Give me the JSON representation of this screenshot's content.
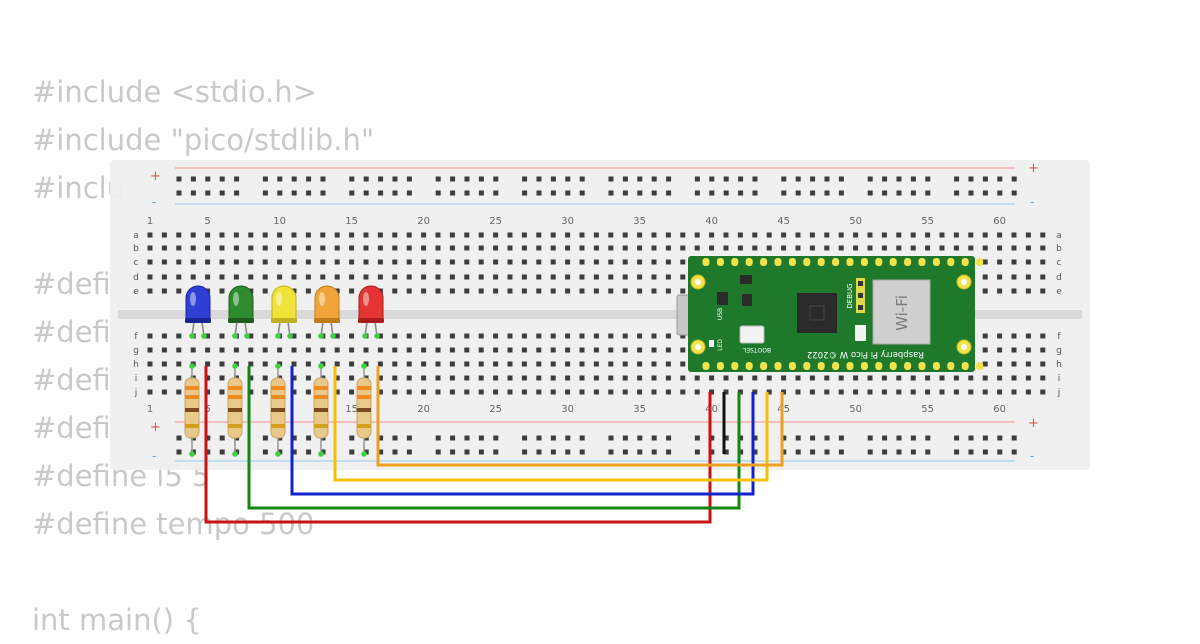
{
  "code_lines": [
    "#include <stdio.h>",
    "#include \"pico/stdlib.h\"",
    "#inclu",
    "",
    "#defi",
    "#defi",
    "#defi",
    "#defi",
    "#define l5 5",
    "#define tempo 500",
    "",
    "int main() {"
  ],
  "breadboard": {
    "plus_label": "+",
    "minus_label": "-",
    "row_letters_top": [
      "a",
      "b",
      "c",
      "d",
      "e"
    ],
    "row_letters_bottom": [
      "f",
      "g",
      "h",
      "i",
      "j"
    ],
    "column_numbers": [
      "1",
      "5",
      "10",
      "15",
      "20",
      "25",
      "30",
      "35",
      "40",
      "45",
      "50",
      "55",
      "60"
    ]
  },
  "leds": [
    {
      "name": "blue",
      "color": "#2f3fd6",
      "dark": "#1b2694"
    },
    {
      "name": "green",
      "color": "#2e8b2e",
      "dark": "#1d5e1d"
    },
    {
      "name": "yellow",
      "color": "#f0e43a",
      "dark": "#bfb020"
    },
    {
      "name": "orange",
      "color": "#f0a53a",
      "dark": "#c07a18"
    },
    {
      "name": "red",
      "color": "#e53434",
      "dark": "#a81c1c"
    }
  ],
  "wires": [
    {
      "name": "red",
      "color": "#cc1111"
    },
    {
      "name": "green",
      "color": "#118811"
    },
    {
      "name": "blue",
      "color": "#1122cc"
    },
    {
      "name": "yellow",
      "color": "#f2c200"
    },
    {
      "name": "orange",
      "color": "#f0a020"
    },
    {
      "name": "gnd",
      "color": "#111111"
    }
  ],
  "pico": {
    "board_label": "Raspberry Pi Pico W ©2022",
    "wifi_label": "Wi-Fi",
    "debug_label": "DEBUG",
    "bootsel_label": "BOOTSEL",
    "usb_label": "USB",
    "led_label": "LED",
    "board_color": "#1e7a2a"
  }
}
